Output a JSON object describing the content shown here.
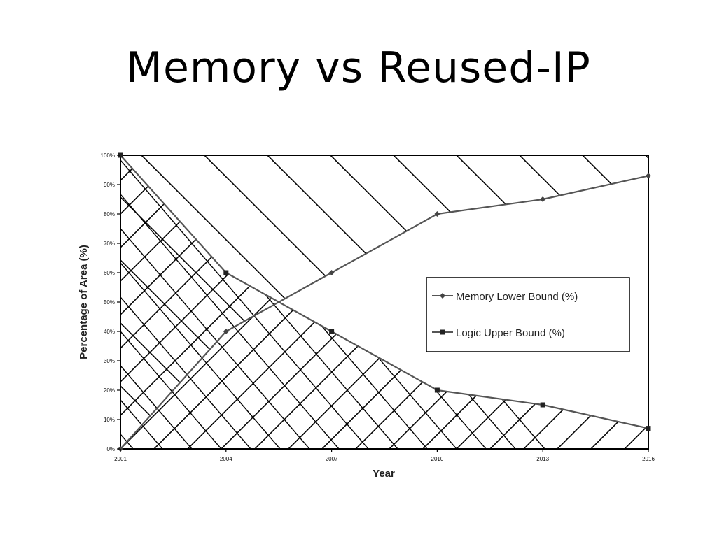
{
  "slide": {
    "title": "Memory vs Reused-IP"
  },
  "chart_data": {
    "type": "line",
    "title": "",
    "xlabel": "Year",
    "ylabel": "Percentage of Area (%)",
    "x": [
      2001,
      2004,
      2007,
      2010,
      2013,
      2016
    ],
    "x_tick_labels": [
      "2001",
      "2004",
      "2007",
      "2010",
      "2013",
      "2016"
    ],
    "y_tick_labels": [
      "0%",
      "10%",
      "20%",
      "30%",
      "40%",
      "50%",
      "60%",
      "70%",
      "80%",
      "90%",
      "100%"
    ],
    "xlim": [
      2001,
      2016
    ],
    "ylim": [
      0,
      100
    ],
    "grid": false,
    "legend_position": "right",
    "series": [
      {
        "name": "Memory Lower Bound (%)",
        "marker": "diamond",
        "values": [
          0,
          40,
          60,
          80,
          85,
          93
        ]
      },
      {
        "name": "Logic Upper Bound (%)",
        "marker": "square",
        "values": [
          100,
          60,
          40,
          20,
          15,
          7
        ]
      }
    ],
    "hatching": "diagonal hatch above memory line and below logic line",
    "colors": {
      "line": "#555555",
      "hatch": "#000000",
      "axis": "#000000"
    }
  }
}
